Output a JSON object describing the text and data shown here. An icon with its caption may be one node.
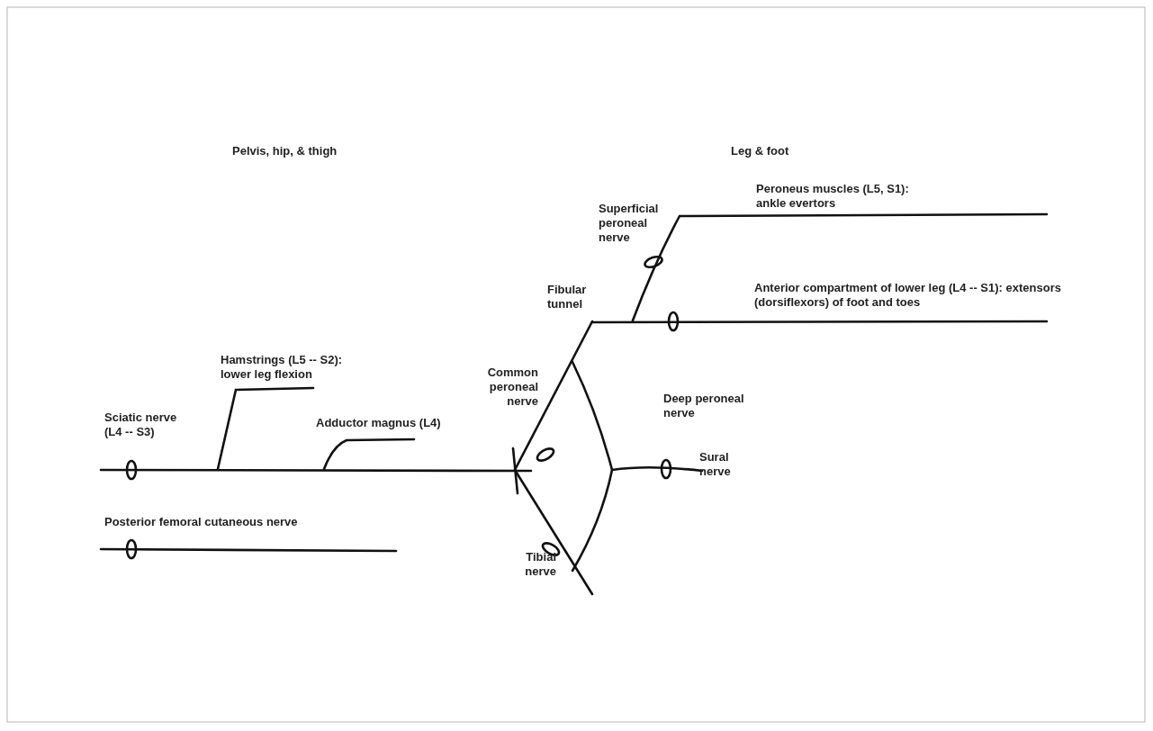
{
  "diagram": {
    "labels": [
      "Pelvis, hip, & thigh",
      "Leg & foot",
      "Peroneus muscles (L5, S1): ankle evertors",
      "Superficial peroneal nerve",
      "Anterior compartment of lower leg (L4 -- S1): extensors (dorsiflexors) of foot and toes",
      "Fibular tunnel",
      "Hamstrings (L5 -- S2): lower leg flexion",
      "Common peroneal nerve",
      "Deep peroneal nerve",
      "Sciatic nerve (L4 -- S3)",
      "Adductor magnus (L4)",
      "Sural nerve",
      "Posterior femoral cutaneous nerve",
      "Tibial nerve"
    ]
  }
}
